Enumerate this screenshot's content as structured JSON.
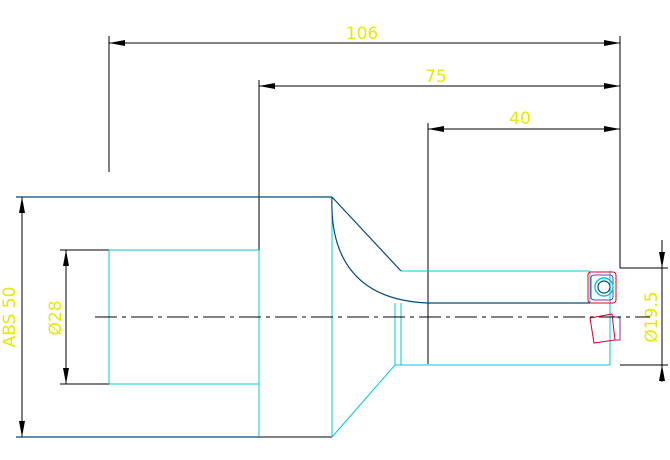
{
  "colors": {
    "background": "#ffffff",
    "dimension": "#000000",
    "dimension_text": "#e8e800",
    "outline": "#00c8d8",
    "profile": "#004a80",
    "marker_red": "#d8002a",
    "marker_purple": "#7a3aa0",
    "centerline": "#000000"
  },
  "dimensions": {
    "overall_length": "106",
    "mid_length": "75",
    "inner_length": "40",
    "outer_diameter": "ABS 50",
    "bore_diameter": "Ø28",
    "tip_diameter": "Ø19.5"
  }
}
